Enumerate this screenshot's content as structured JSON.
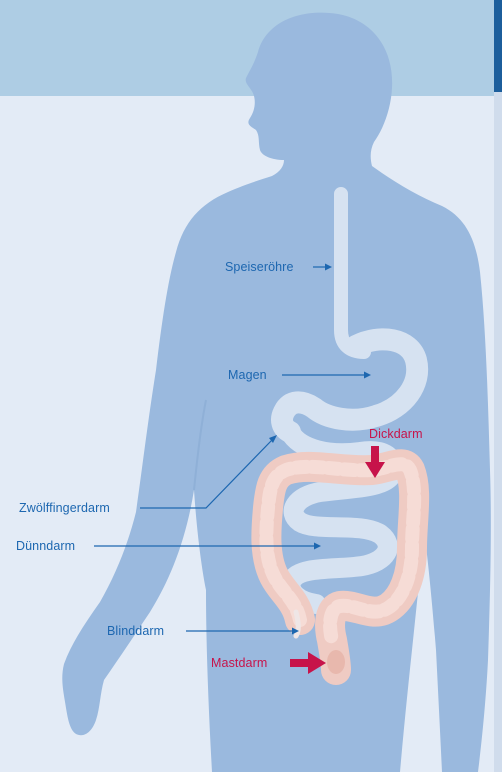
{
  "labels": {
    "speiseroehre": "Speiseröhre",
    "magen": "Magen",
    "zwoelffingerdarm": "Zwölffingerdarm",
    "duenndarm": "Dünndarm",
    "blinddarm": "Blinddarm",
    "dickdarm": "Dickdarm",
    "mastdarm": "Mastdarm"
  },
  "colors": {
    "background": "#e3ebf6",
    "header_band": "#aecde4",
    "body_silhouette": "#9ab9de",
    "digestive_tract": "#d6e2f1",
    "intestine": "#efcbc3",
    "label_blue": "#1d67b0",
    "label_red": "#c7134a",
    "side_bar": "#1c5e9c"
  }
}
